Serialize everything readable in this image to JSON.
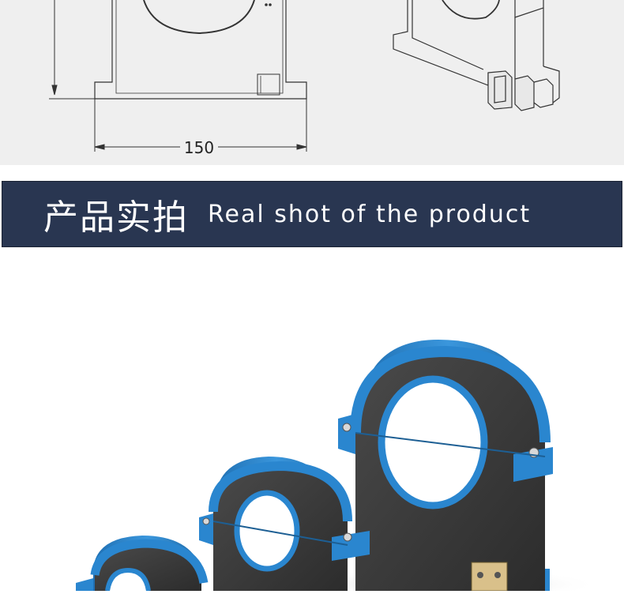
{
  "drawing": {
    "dimension_label": "150"
  },
  "banner": {
    "title_cn": "产品实拍",
    "title_en": "Real shot of the product"
  },
  "photo": {
    "accent_color": "#2a86cf",
    "core_color": "#3a3a3a"
  }
}
